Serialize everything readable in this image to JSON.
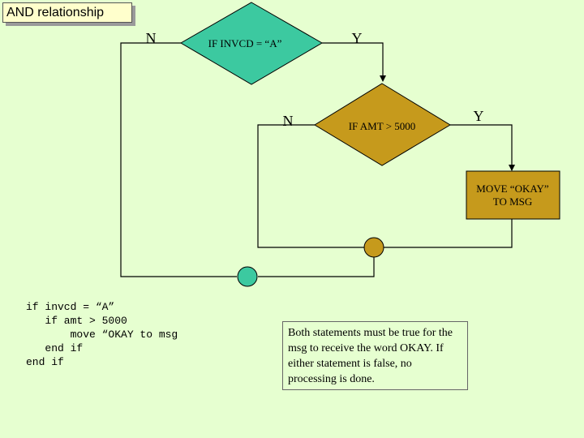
{
  "title": "AND relationship",
  "colors": {
    "background": "#e6ffd0",
    "diamond_invcd": "#3cc9a0",
    "diamond_amt": "#c69a1c",
    "process_box": "#c69a1c",
    "connector_amt": "#c69a1c",
    "connector_invcd": "#3cc9a0"
  },
  "flowchart": {
    "decision_invcd": {
      "label": "IF INVCD = “A”",
      "no_label": "N",
      "yes_label": "Y"
    },
    "decision_amt": {
      "label": "IF AMT > 5000",
      "no_label": "N",
      "yes_label": "Y"
    },
    "process": {
      "line1": "MOVE “OKAY”",
      "line2": "TO MSG"
    }
  },
  "code": {
    "lines": [
      "if invcd = “A”",
      "   if amt > 5000",
      "       move “OKAY to msg",
      "   end if",
      "end if"
    ]
  },
  "note": "Both statements must be true for the msg to receive the word OKAY.  If either statement is false, no processing is done."
}
